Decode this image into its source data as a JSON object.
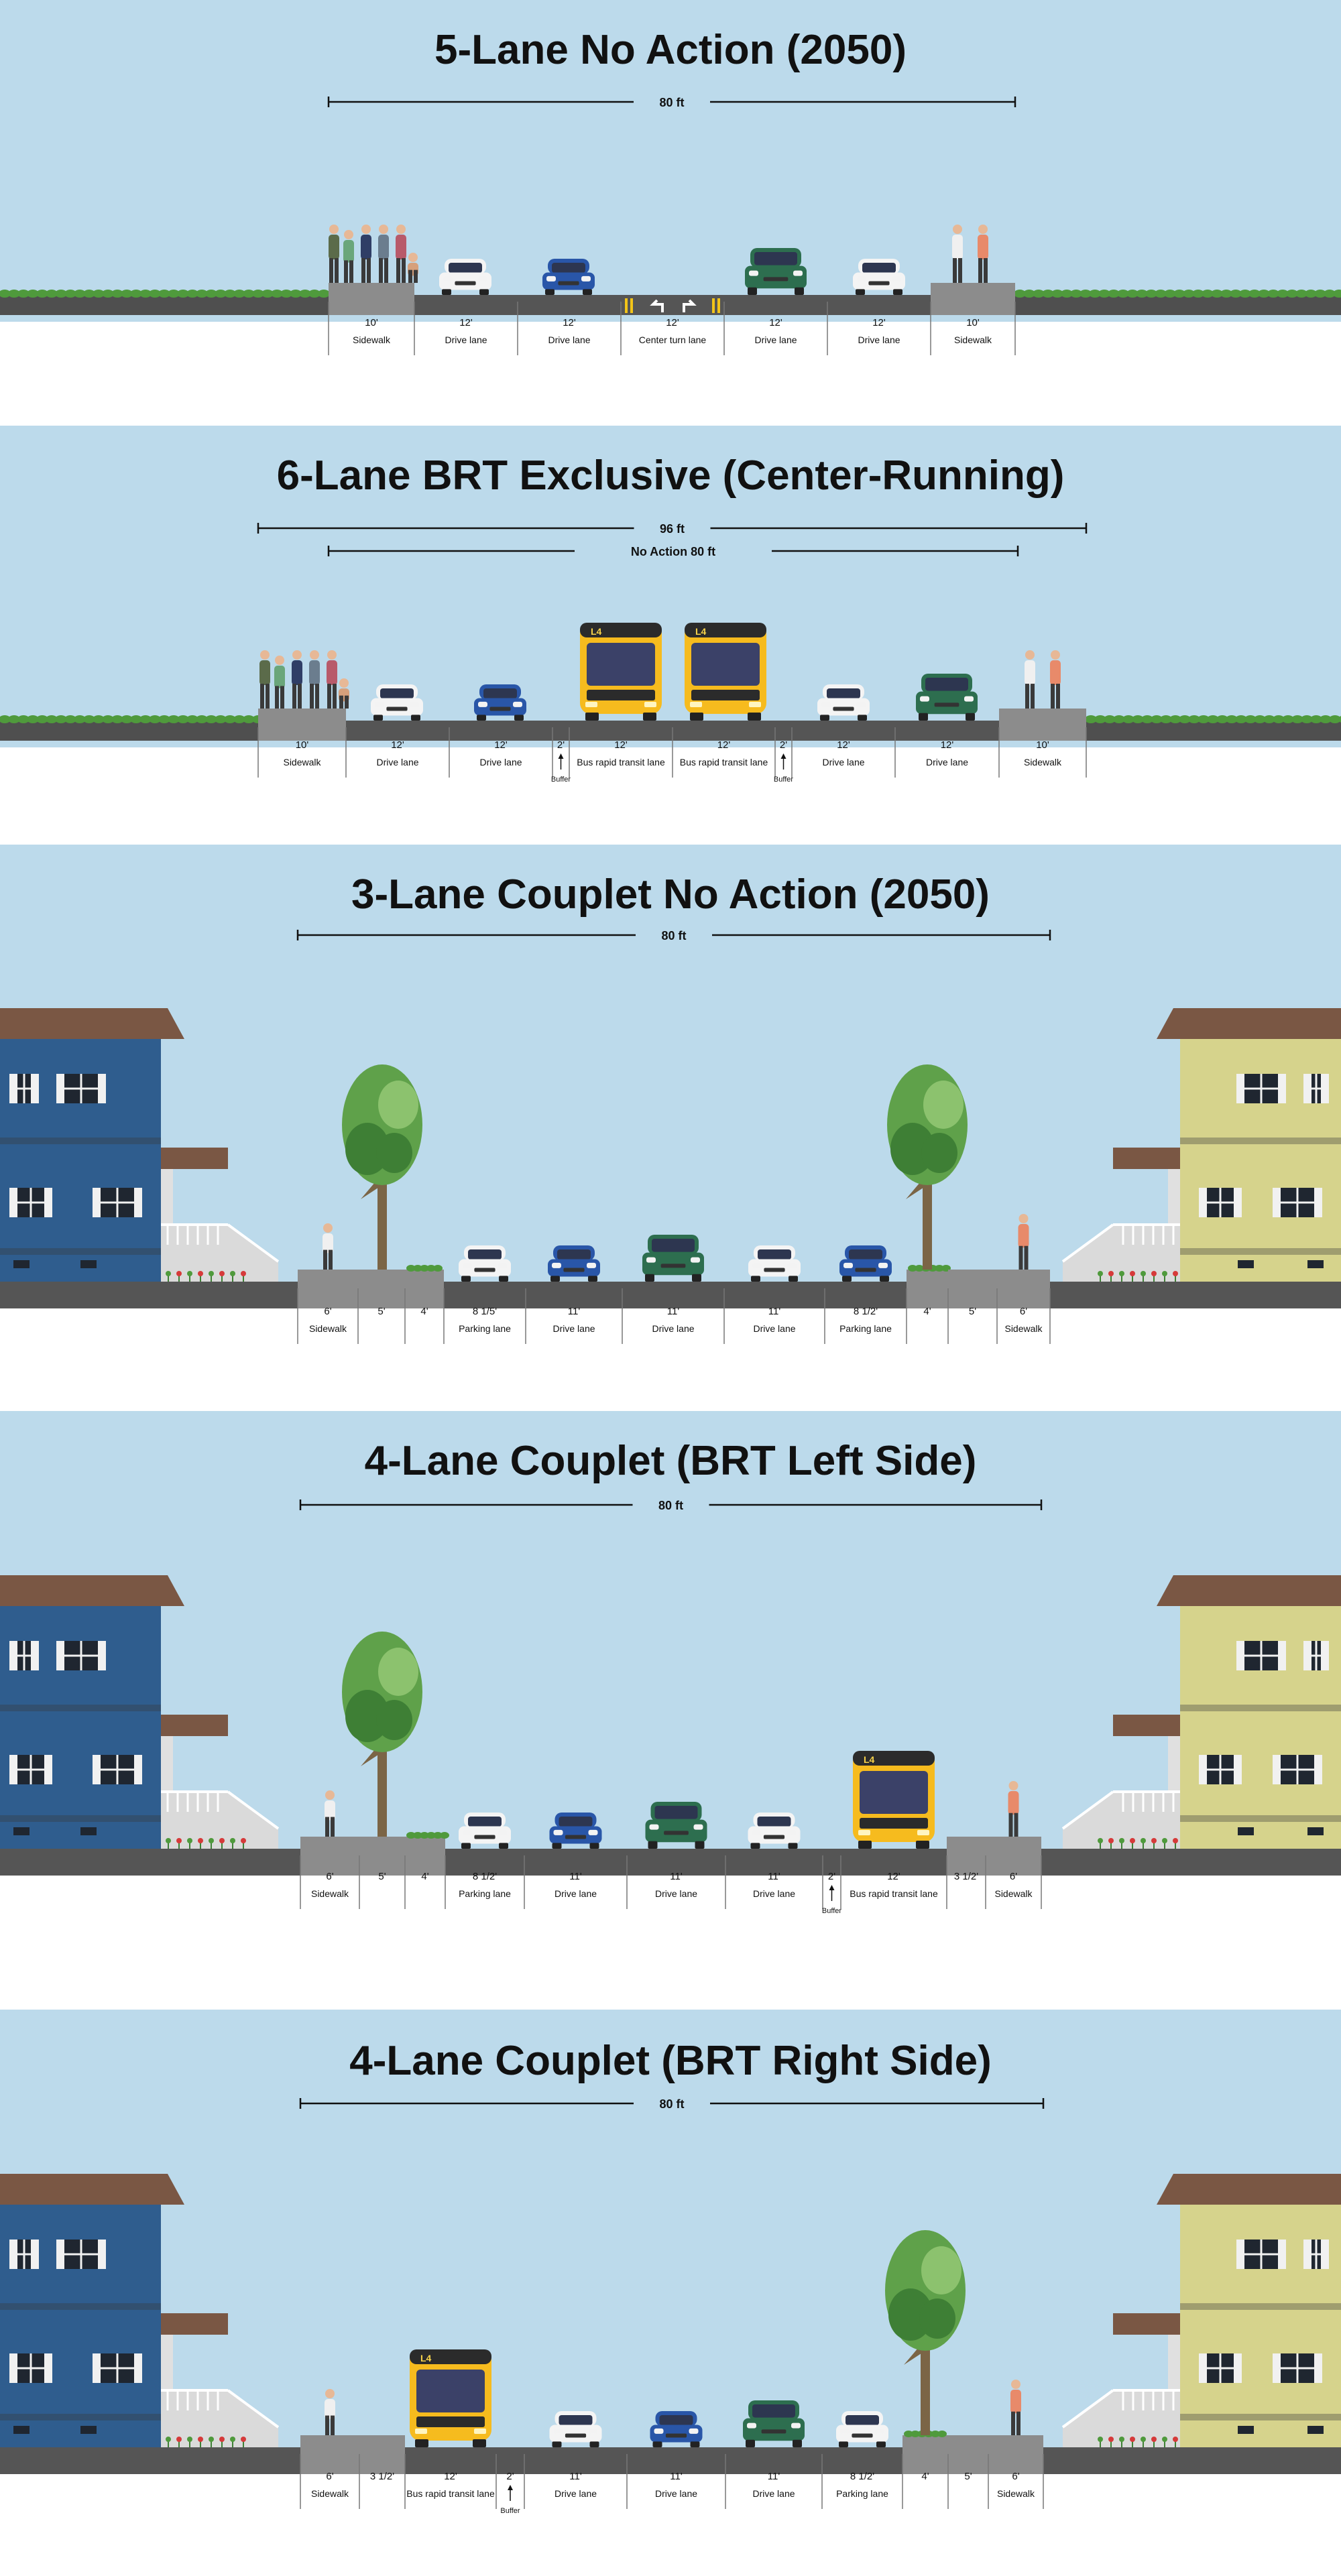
{
  "colors": {
    "sky": "#bcdaeb",
    "road": "#555555",
    "sidewalk": "#8c8c8c",
    "grass": "#4f9a3c",
    "lane_line": "#ffffff",
    "yellow_line": "#f2c418",
    "bus": "#f6bb1e",
    "blue_house": "#2f5d8e",
    "yellow_house": "#d6d38c",
    "roof": "#7a5744",
    "tree": "#5fa14a",
    "trunk": "#7b6546"
  },
  "sections": [
    {
      "title": "5-Lane No Action (2050)",
      "dims": [
        "80 ft"
      ],
      "segments": [
        {
          "w": "10'",
          "l": "Sidewalk",
          "k": "sidewalk"
        },
        {
          "w": "12'",
          "l": "Drive lane",
          "k": "lane"
        },
        {
          "w": "12'",
          "l": "Drive lane",
          "k": "lane"
        },
        {
          "w": "12'",
          "l": "Center turn lane",
          "k": "turn"
        },
        {
          "w": "12'",
          "l": "Drive lane",
          "k": "lane"
        },
        {
          "w": "12'",
          "l": "Drive lane",
          "k": "lane"
        },
        {
          "w": "10'",
          "l": "Sidewalk",
          "k": "sidewalk"
        }
      ]
    },
    {
      "title": "6-Lane BRT Exclusive (Center-Running)",
      "dims": [
        "96 ft",
        "No Action 80 ft"
      ],
      "segments": [
        {
          "w": "10'",
          "l": "Sidewalk",
          "k": "sidewalk"
        },
        {
          "w": "12'",
          "l": "Drive lane",
          "k": "lane"
        },
        {
          "w": "12'",
          "l": "Drive lane",
          "k": "lane"
        },
        {
          "w": "2'",
          "l": "Buffer",
          "k": "buffer"
        },
        {
          "w": "12'",
          "l": "Bus rapid transit lane",
          "k": "brt"
        },
        {
          "w": "12'",
          "l": "Bus rapid transit lane",
          "k": "brt"
        },
        {
          "w": "2'",
          "l": "Buffer",
          "k": "buffer"
        },
        {
          "w": "12'",
          "l": "Drive lane",
          "k": "lane"
        },
        {
          "w": "12'",
          "l": "Drive lane",
          "k": "lane"
        },
        {
          "w": "10'",
          "l": "Sidewalk",
          "k": "sidewalk"
        }
      ]
    },
    {
      "title": "3-Lane Couplet No Action (2050)",
      "dims": [
        "80 ft"
      ],
      "segments": [
        {
          "w": "6'",
          "l": "Sidewalk",
          "k": "sidewalk"
        },
        {
          "w": "5'",
          "l": "",
          "k": "sidewalk"
        },
        {
          "w": "4'",
          "l": "",
          "k": "planter"
        },
        {
          "w": "8 1/5'",
          "l": "Parking lane",
          "k": "lane"
        },
        {
          "w": "11'",
          "l": "Drive lane",
          "k": "lane"
        },
        {
          "w": "11'",
          "l": "Drive lane",
          "k": "lane"
        },
        {
          "w": "11'",
          "l": "Drive lane",
          "k": "lane"
        },
        {
          "w": "8 1/2'",
          "l": "Parking lane",
          "k": "lane"
        },
        {
          "w": "4'",
          "l": "",
          "k": "planter"
        },
        {
          "w": "5'",
          "l": "",
          "k": "sidewalk"
        },
        {
          "w": "6'",
          "l": "Sidewalk",
          "k": "sidewalk"
        }
      ]
    },
    {
      "title": "4-Lane Couplet (BRT Left Side)",
      "dims": [
        "80 ft"
      ],
      "segments": [
        {
          "w": "6'",
          "l": "Sidewalk",
          "k": "sidewalk"
        },
        {
          "w": "5'",
          "l": "",
          "k": "sidewalk"
        },
        {
          "w": "4'",
          "l": "",
          "k": "planter"
        },
        {
          "w": "8 1/2'",
          "l": "Parking lane",
          "k": "lane"
        },
        {
          "w": "11'",
          "l": "Drive lane",
          "k": "lane"
        },
        {
          "w": "11'",
          "l": "Drive lane",
          "k": "lane"
        },
        {
          "w": "11'",
          "l": "Drive lane",
          "k": "lane"
        },
        {
          "w": "2'",
          "l": "Buffer",
          "k": "buffer"
        },
        {
          "w": "12'",
          "l": "Bus rapid transit lane",
          "k": "brt"
        },
        {
          "w": "3 1/2'",
          "l": "",
          "k": "sidewalk"
        },
        {
          "w": "6'",
          "l": "Sidewalk",
          "k": "sidewalk"
        }
      ]
    },
    {
      "title": "4-Lane Couplet (BRT Right Side)",
      "dims": [
        "80 ft"
      ],
      "segments": [
        {
          "w": "6'",
          "l": "Sidewalk",
          "k": "sidewalk"
        },
        {
          "w": "3 1/2'",
          "l": "",
          "k": "sidewalk"
        },
        {
          "w": "12'",
          "l": "Bus rapid transit lane",
          "k": "brt"
        },
        {
          "w": "2'",
          "l": "Buffer",
          "k": "buffer"
        },
        {
          "w": "11'",
          "l": "Drive lane",
          "k": "lane"
        },
        {
          "w": "11'",
          "l": "Drive lane",
          "k": "lane"
        },
        {
          "w": "11'",
          "l": "Drive lane",
          "k": "lane"
        },
        {
          "w": "8 1/2'",
          "l": "Parking lane",
          "k": "lane"
        },
        {
          "w": "4'",
          "l": "",
          "k": "planter"
        },
        {
          "w": "5'",
          "l": "",
          "k": "sidewalk"
        },
        {
          "w": "6'",
          "l": "Sidewalk",
          "k": "sidewalk"
        }
      ]
    }
  ],
  "bus_route_label": "L4"
}
